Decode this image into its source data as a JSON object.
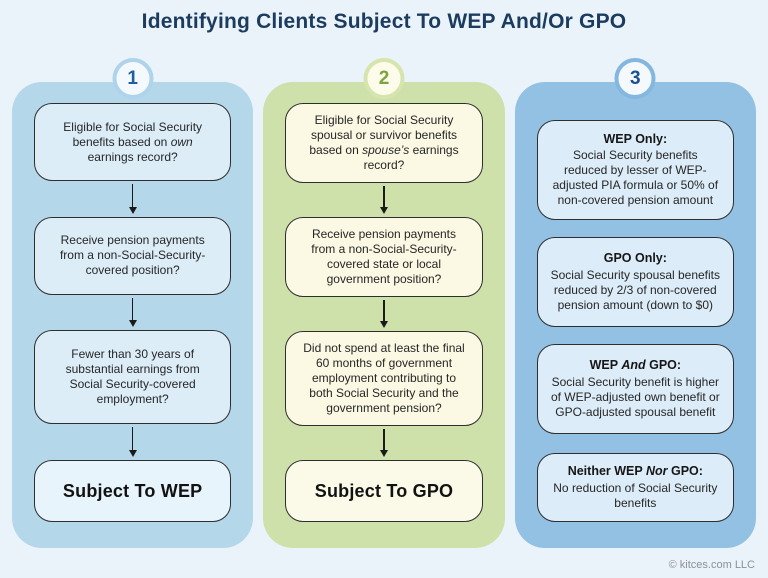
{
  "page": {
    "title": "Identifying Clients Subject To WEP And/Or GPO",
    "credit": "© kitces.com LLC"
  },
  "flow_wep": {
    "number": "1",
    "q1": {
      "pre": "Eligible for Social Security benefits based on ",
      "em": "own",
      "post": " earnings record?"
    },
    "q2": "Receive pension payments from a non-Social-Security-covered position?",
    "q3": "Fewer than 30 years of substantial earnings from Social Security-covered employment?",
    "result": "Subject To WEP"
  },
  "flow_gpo": {
    "number": "2",
    "q1": {
      "pre": "Eligible for Social Security spousal or survivor benefits based on ",
      "em": "spouse’s",
      "post": " earnings record?"
    },
    "q2": "Receive pension payments from a non-Social-Security-covered state or local government position?",
    "q3": "Did not spend at least the final 60 months of government employment contributing to both Social Security and the government pension?",
    "result": "Subject To GPO"
  },
  "outcomes": {
    "number": "3",
    "items": [
      {
        "title_pre": "WEP Only:",
        "title_em": "",
        "title_post": "",
        "body": "Social Security benefits reduced by lesser of WEP-adjusted PIA formula or 50% of non-covered pension amount"
      },
      {
        "title_pre": "GPO Only:",
        "title_em": "",
        "title_post": "",
        "body": "Social Security spousal benefits reduced by 2/3 of non-covered pension amount (down to $0)"
      },
      {
        "title_pre": "WEP ",
        "title_em": "And",
        "title_post": " GPO:",
        "body": "Social Security benefit is higher of WEP-adjusted own benefit or GPO-adjusted spousal benefit"
      },
      {
        "title_pre": "Neither WEP ",
        "title_em": "Nor",
        "title_post": " GPO:",
        "body": "No reduction of Social Security benefits"
      }
    ]
  },
  "colors": {
    "page_background": "#ebf3fa",
    "title_text": "#1b3c5f",
    "column1_background": "#b5d7ea",
    "column2_background": "#cfe1aa",
    "column3_background": "#93c1e4",
    "box_blue": "#dcedf8",
    "box_cream": "#fbf8e3",
    "box_border": "#2e2e2e",
    "number1_text": "#1d5fa3",
    "number2_text": "#7ca43f",
    "number3_text": "#1a4f93",
    "credit_text": "#8b8f98"
  }
}
